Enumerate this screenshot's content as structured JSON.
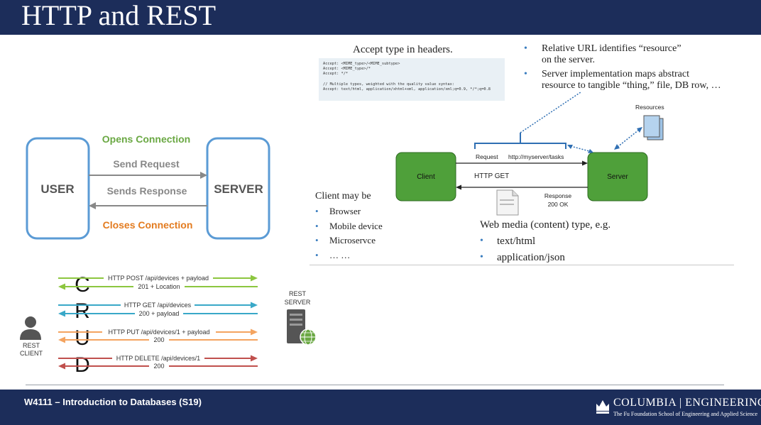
{
  "slide": {
    "title": "HTTP and REST",
    "footer": "W4111 – Introduction to Databases (S19)",
    "logo_name": "COLUMBIA | ENGINEERING",
    "logo_sub": "The Fu Foundation School of Engineering and Applied Science"
  },
  "connection_diagram": {
    "user_label": "USER",
    "server_label": "SERVER",
    "opens": "Opens Connection",
    "send_request": "Send Request",
    "sends_response": "Sends Response",
    "closes": "Closes Connection",
    "colors": {
      "box_border": "#5b9bd5",
      "opens": "#6aa843",
      "closes": "#e37b1f",
      "arrow": "#888888"
    }
  },
  "crud_diagram": {
    "letters": [
      "C",
      "R",
      "U",
      "D"
    ],
    "client_label_1": "REST",
    "client_label_2": "CLIENT",
    "server_label_1": "REST",
    "server_label_2": "SERVER",
    "rows": [
      {
        "request": "HTTP POST /api/devices + payload",
        "response": "201 + Location",
        "color": "#8cc63f"
      },
      {
        "request": "HTTP GET /api/devices",
        "response": "200 + payload",
        "color": "#39a8c8"
      },
      {
        "request": "HTTP PUT /api/devices/1 + payload",
        "response": "200",
        "color": "#f4a460"
      },
      {
        "request": "HTTP DELETE /api/devices/1",
        "response": "200",
        "color": "#c0504d"
      }
    ]
  },
  "accept": {
    "heading": "Accept type in headers.",
    "code": "Accept: <MIME_type>/<MIME_subtype>\nAccept: <MIME_type>/*\nAccept: */*\n\n// Multiple types, weighted with the quality value syntax:\nAccept: text/html, application/xhtml+xml, application/xml;q=0.9, */*;q=0.8"
  },
  "resource_notes": [
    {
      "line1": "Relative URL identifies “resource”",
      "line2": "on the server."
    },
    {
      "line1": "Server implementation maps abstract",
      "line2": "resource to tangible “thing,” file, DB row, …"
    }
  ],
  "http_diagram": {
    "client": "Client",
    "server": "Server",
    "request": "Request",
    "url": "http://myserver/tasks",
    "method": "HTTP GET",
    "response": "Response",
    "status": "200 OK",
    "resources": "Resources",
    "colors": {
      "node_fill": "#4fa03a",
      "node_border": "#2d6a22"
    }
  },
  "client_list": {
    "heading": "Client may be",
    "items": [
      "Browser",
      "Mobile device",
      "Microservce",
      "… …"
    ]
  },
  "media_types": {
    "heading": "Web media (content) type, e.g.",
    "items": [
      "text/html",
      "application/json"
    ]
  }
}
